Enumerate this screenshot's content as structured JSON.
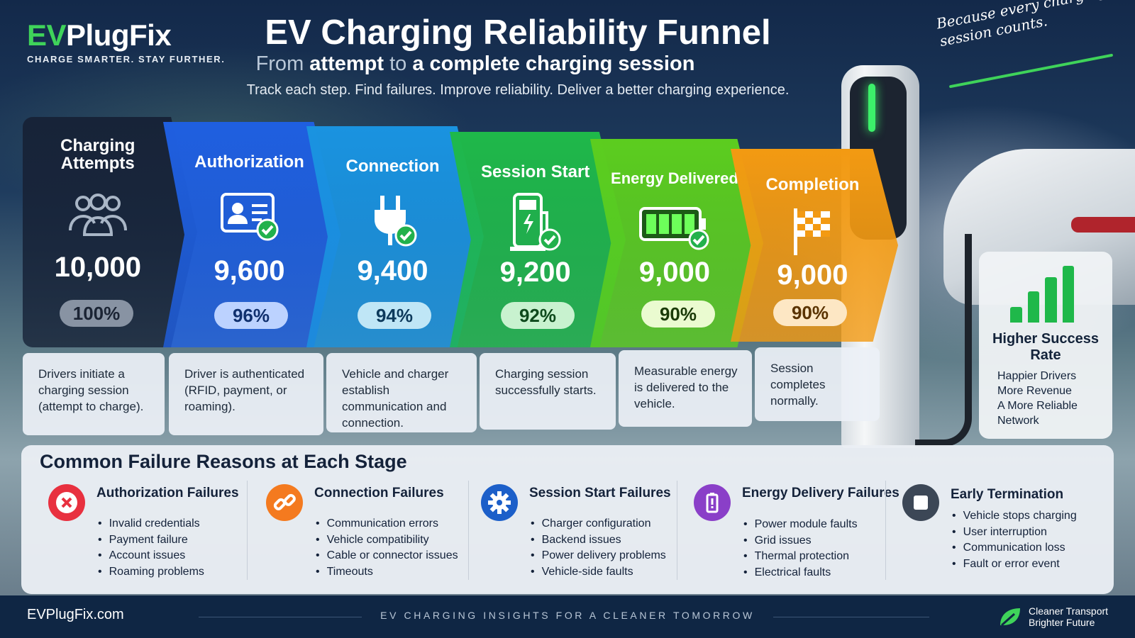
{
  "brand": {
    "logo_ev": "EV",
    "logo_rest": "PlugFix",
    "tagline": "CHARGE SMARTER. STAY FURTHER.",
    "accent_color": "#3fd35a"
  },
  "header": {
    "title": "EV Charging Reliability Funnel",
    "subtitle_from": "From",
    "subtitle_attempt": "attempt",
    "subtitle_to": "to",
    "subtitle_session": "a complete charging session",
    "tagline": "Track each step. Find failures. Improve reliability. Deliver a better charging experience.",
    "script_note": "Because every charging session counts."
  },
  "stages": [
    {
      "title": "Charging Attempts",
      "icon": "people-icon",
      "count": "10,000",
      "percent": "100%",
      "description": "Drivers initiate a charging session (attempt to charge).",
      "color": "#172338"
    },
    {
      "title": "Authorization",
      "icon": "id-card-check-icon",
      "count": "9,600",
      "percent": "96%",
      "description": "Driver is authenticated (RFID, payment, or roaming).",
      "color": "#1f5fe0"
    },
    {
      "title": "Connection",
      "icon": "plug-check-icon",
      "count": "9,400",
      "percent": "94%",
      "description": "Vehicle and charger establish communication and connection.",
      "color": "#1a93e0"
    },
    {
      "title": "Session Start",
      "icon": "charging-station-check-icon",
      "count": "9,200",
      "percent": "92%",
      "description": "Charging session successfully starts.",
      "color": "#1fb84a"
    },
    {
      "title": "Energy Delivered",
      "icon": "battery-check-icon",
      "count": "9,000",
      "percent": "90%",
      "description": "Measurable energy is delivered to the vehicle.",
      "color": "#5ccd1f"
    },
    {
      "title": "Completion",
      "icon": "checkered-flag-icon",
      "count": "9,000",
      "percent": "90%",
      "description": "Session completes normally.",
      "color": "#f39a12"
    }
  ],
  "success_card": {
    "title": "Higher Success Rate",
    "items": [
      "Happier Drivers",
      "More Revenue",
      "A More Reliable Network"
    ]
  },
  "failures": {
    "heading": "Common Failure Reasons at Each Stage",
    "groups": [
      {
        "title": "Authorization Failures",
        "icon": "x-circle-icon",
        "color": "#e8303f",
        "items": [
          "Invalid credentials",
          "Payment failure",
          "Account issues",
          "Roaming problems"
        ]
      },
      {
        "title": "Connection Failures",
        "icon": "broken-link-icon",
        "color": "#f47a1f",
        "items": [
          "Communication errors",
          "Vehicle compatibility",
          "Cable or connector issues",
          "Timeouts"
        ]
      },
      {
        "title": "Session Start Failures",
        "icon": "gear-icon",
        "color": "#1c5fc9",
        "items": [
          "Charger configuration",
          "Backend issues",
          "Power delivery problems",
          "Vehicle-side faults"
        ]
      },
      {
        "title": "Energy Delivery Failures",
        "icon": "battery-warning-icon",
        "color": "#8a3fc8",
        "items": [
          "Power module faults",
          "Grid issues",
          "Thermal protection",
          "Electrical faults"
        ]
      },
      {
        "title": "Early Termination",
        "icon": "stop-icon",
        "color": "#3c4756",
        "items": [
          "Vehicle stops charging",
          "User interruption",
          "Communication loss",
          "Fault or error event"
        ]
      }
    ]
  },
  "footer": {
    "site": "EVPlugFix.com",
    "center": "EV CHARGING INSIGHTS FOR A CLEANER TOMORROW",
    "right_line1": "Cleaner Transport",
    "right_line2": "Brighter Future"
  }
}
